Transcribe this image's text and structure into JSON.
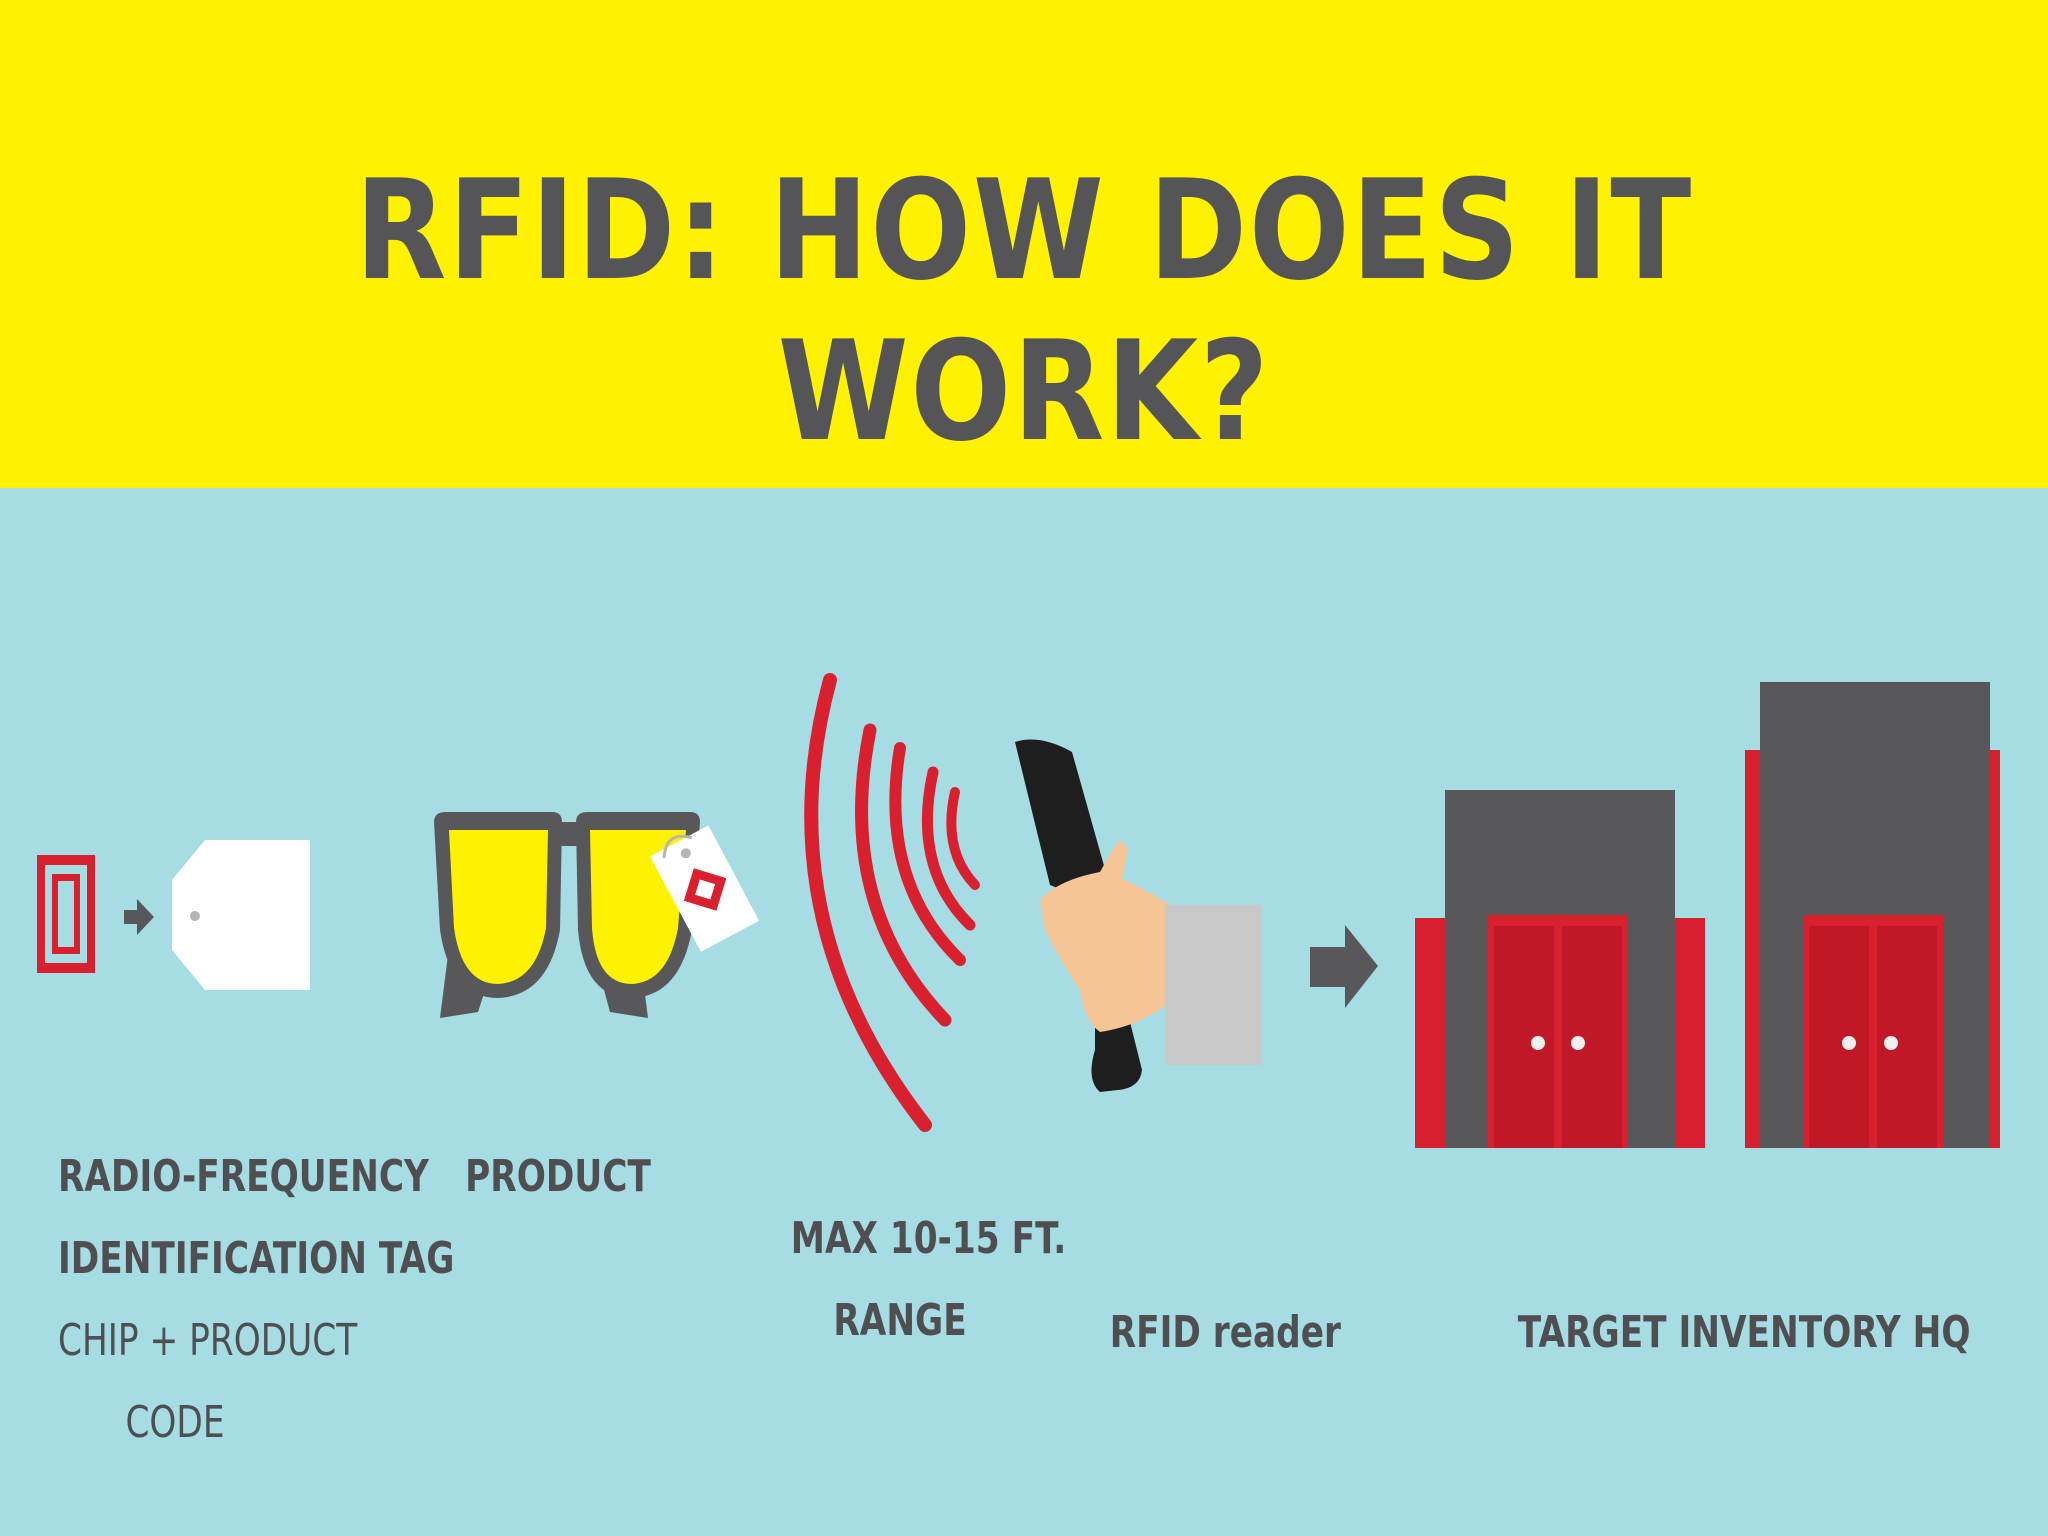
{
  "title": "RFID: HOW DOES IT WORK?",
  "colors": {
    "header_bg": "#fff200",
    "body_bg": "#a6dce3",
    "red": "#d8202f",
    "gray": "#58585a",
    "yellow": "#fff200"
  },
  "steps": [
    {
      "icon": "rfid-tag-icon",
      "lines": [
        "RADIO-FREQUENCY",
        "IDENTIFICATION TAG"
      ],
      "sub": [
        "CHIP + PRODUCT",
        "CODE"
      ]
    },
    {
      "icon": "glasses-icon",
      "lines": [
        "PRODUCT"
      ]
    },
    {
      "icon": "radio-waves-icon",
      "lines": [
        "MAX 10-15 FT.",
        "RANGE"
      ]
    },
    {
      "icon": "rfid-reader-icon",
      "lines": [
        "RFID reader"
      ]
    },
    {
      "icon": "warehouse-icon",
      "lines": [
        "TARGET INVENTORY HQ"
      ]
    }
  ]
}
